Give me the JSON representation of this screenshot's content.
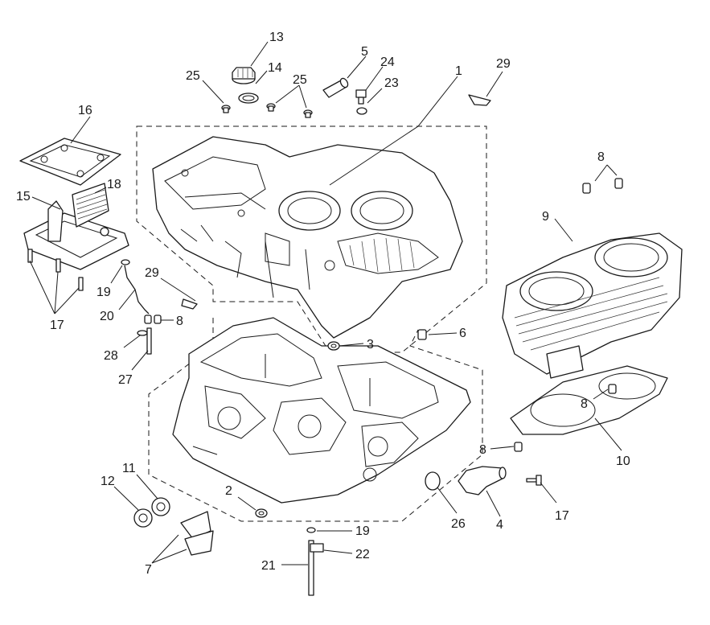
{
  "callouts": [
    {
      "id": "c1",
      "text": "1"
    },
    {
      "id": "c2",
      "text": "2"
    },
    {
      "id": "c3",
      "text": "3"
    },
    {
      "id": "c4",
      "text": "4"
    },
    {
      "id": "c5",
      "text": "5"
    },
    {
      "id": "c6",
      "text": "6"
    },
    {
      "id": "c7",
      "text": "7"
    },
    {
      "id": "c8a",
      "text": "8"
    },
    {
      "id": "c8b",
      "text": "8"
    },
    {
      "id": "c8c",
      "text": "8"
    },
    {
      "id": "c8d",
      "text": "8"
    },
    {
      "id": "c9",
      "text": "9"
    },
    {
      "id": "c10",
      "text": "10"
    },
    {
      "id": "c11",
      "text": "11"
    },
    {
      "id": "c12",
      "text": "12"
    },
    {
      "id": "c13",
      "text": "13"
    },
    {
      "id": "c14",
      "text": "14"
    },
    {
      "id": "c15",
      "text": "15"
    },
    {
      "id": "c16",
      "text": "16"
    },
    {
      "id": "c17a",
      "text": "17"
    },
    {
      "id": "c17b",
      "text": "17"
    },
    {
      "id": "c18",
      "text": "18"
    },
    {
      "id": "c19a",
      "text": "19"
    },
    {
      "id": "c19b",
      "text": "19"
    },
    {
      "id": "c20",
      "text": "20"
    },
    {
      "id": "c21",
      "text": "21"
    },
    {
      "id": "c22",
      "text": "22"
    },
    {
      "id": "c23",
      "text": "23"
    },
    {
      "id": "c24",
      "text": "24"
    },
    {
      "id": "c25a",
      "text": "25"
    },
    {
      "id": "c25b",
      "text": "25"
    },
    {
      "id": "c26",
      "text": "26"
    },
    {
      "id": "c27",
      "text": "27"
    },
    {
      "id": "c28",
      "text": "28"
    },
    {
      "id": "c29a",
      "text": "29"
    },
    {
      "id": "c29b",
      "text": "29"
    }
  ]
}
